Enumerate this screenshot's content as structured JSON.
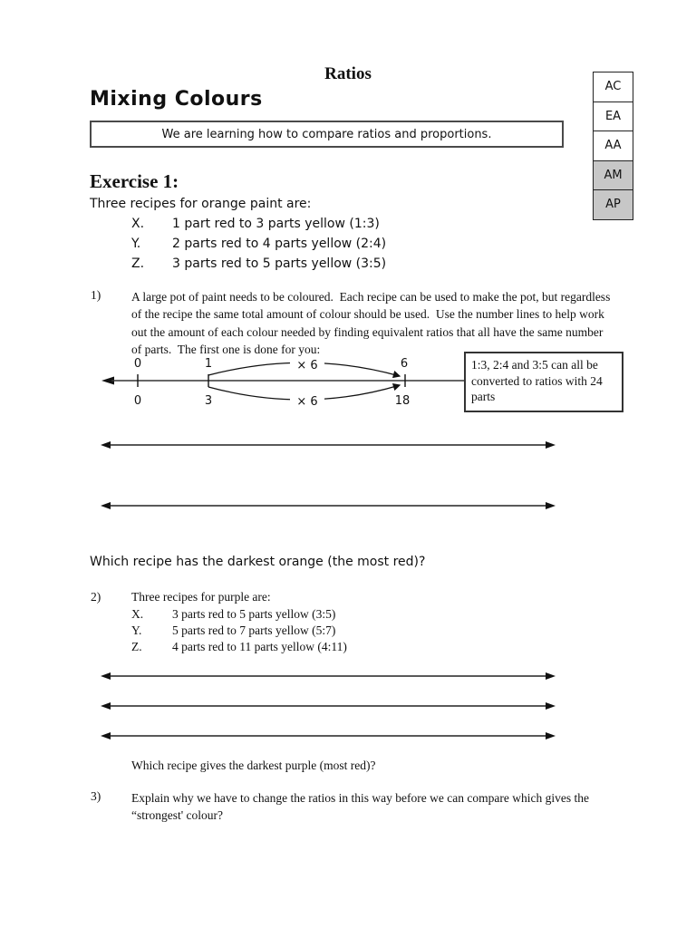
{
  "document": {
    "title": "Ratios",
    "heading": "Mixing Colours",
    "learning_goal": "We are learning how to compare ratios and proportions.",
    "achievement_levels": {
      "cells": [
        {
          "label": "AC",
          "shaded": false
        },
        {
          "label": "EA",
          "shaded": false
        },
        {
          "label": "AA",
          "shaded": false
        },
        {
          "label": "AM",
          "shaded": true
        },
        {
          "label": "AP",
          "shaded": true
        }
      ]
    }
  },
  "exercise1": {
    "heading": "Exercise 1:",
    "intro": "Three recipes for orange paint are:",
    "orange_recipes": [
      {
        "label": "X.",
        "text": "1 part red to 3 parts yellow (1:3)"
      },
      {
        "label": "Y.",
        "text": "2 parts red to 4 parts yellow (2:4)"
      },
      {
        "label": "Z.",
        "text": "3 parts red to 5 parts yellow (3:5)"
      }
    ],
    "question1": {
      "number": "1)",
      "text": "A large pot of paint needs to be coloured.  Each recipe can be used to make the pot, but regardless of the recipe the same total amount of colour should be used.  Use the number lines to help work out the amount of each colour needed by finding equivalent ratios that all have the same number of parts.  The first one is done for you:",
      "followup": "Which recipe has the darkest orange (the most red)?"
    },
    "number_line": {
      "top_labels": [
        "0",
        "1",
        "6"
      ],
      "bottom_labels": [
        "0",
        "3",
        "18"
      ],
      "top_multiplier": "× 6",
      "bottom_multiplier": "× 6",
      "callout": "1:3, 2:4 and 3:5 can all be converted to ratios with 24 parts"
    },
    "question2": {
      "number": "2)",
      "intro": "Three recipes for purple are:",
      "purple_recipes": [
        {
          "label": "X.",
          "text": "3 parts red to 5 parts yellow (3:5)"
        },
        {
          "label": "Y.",
          "text": "5 parts red to 7 parts yellow (5:7)"
        },
        {
          "label": "Z.",
          "text": "4 parts red to 11 parts yellow (4:11)"
        }
      ],
      "followup": "Which recipe gives the darkest purple (most red)?"
    },
    "question3": {
      "number": "3)",
      "text": "Explain why we have to change the ratios in this way before we can compare which gives the “strongest' colour?"
    }
  },
  "colors": {
    "shaded_cell": "#c7c7c7",
    "line": "#1a1a1a"
  }
}
